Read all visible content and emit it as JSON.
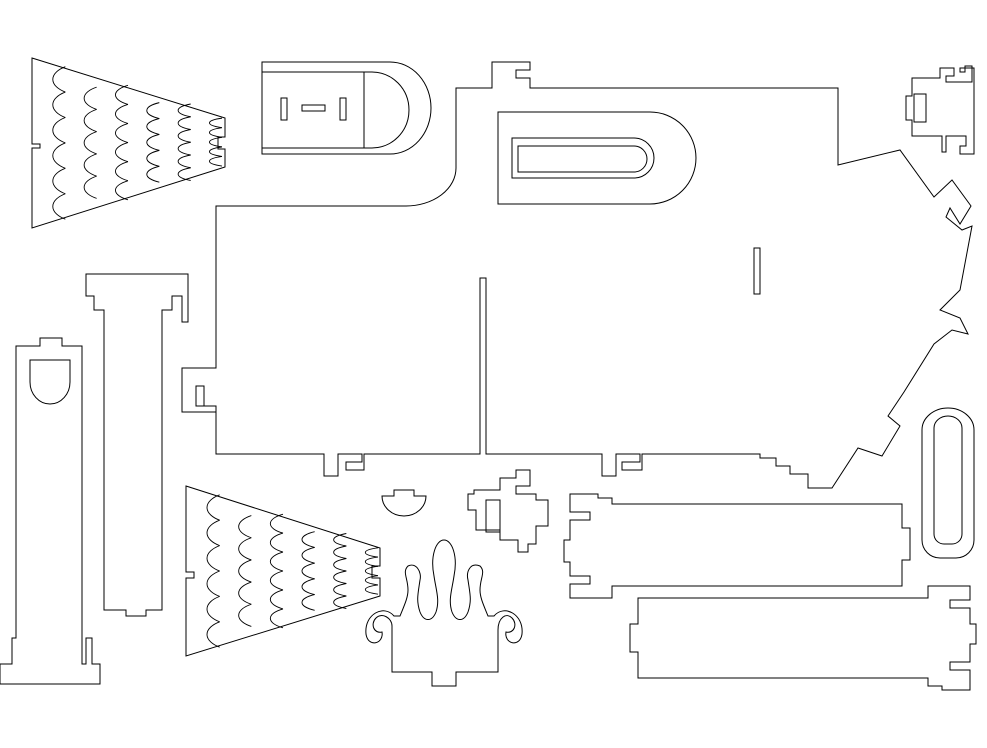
{
  "canvas": {
    "background": "#ffffff",
    "stroke_color": "#000000"
  },
  "parts": [
    "roof-panel-scales-top",
    "seat-panel",
    "main-body-panel",
    "window-panel",
    "small-connector-top-right",
    "tall-pillar-left",
    "tall-pillar-middle",
    "roof-panel-scales-bottom",
    "dome-piece",
    "small-connector-center",
    "crown-piece",
    "bench-panel-top",
    "bench-panel-bottom",
    "rounded-slot-panel"
  ]
}
